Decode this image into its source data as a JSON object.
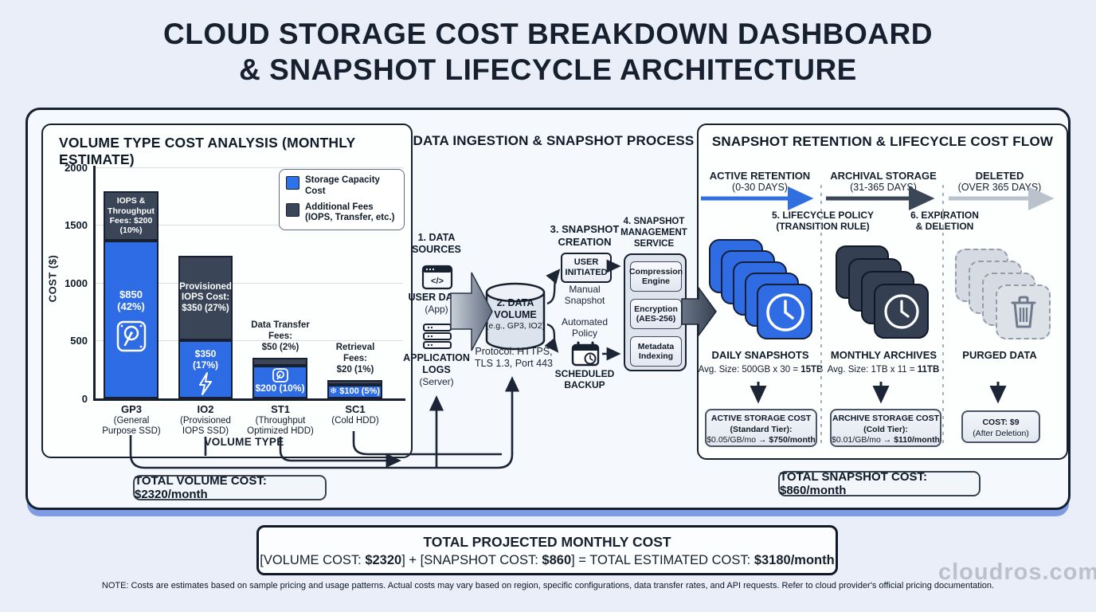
{
  "title": {
    "line1": "CLOUD STORAGE COST BREAKDOWN DASHBOARD",
    "line2": "& SNAPSHOT LIFECYCLE ARCHITECTURE"
  },
  "volume_panel": {
    "title": "VOLUME TYPE COST ANALYSIS (MONTHLY ESTIMATE)",
    "y_axis_label": "COST ($)",
    "y_ticks": [
      "2000",
      "1500",
      "1000",
      "500",
      "0"
    ],
    "legend": {
      "item1": "Storage Capacity Cost",
      "item2": "Additional Fees\n(IOPS, Transfer, etc.)"
    },
    "bars": [
      {
        "dark_label": "IOPS &\nThroughput\nFees: $200\n(10%)",
        "blue_label": "$850\n(42%)",
        "tick_name": "GP3",
        "tick_sub": "(General\nPurpose SSD)"
      },
      {
        "dark_label": "Provisioned\nIOPS Cost:\n$350 (27%)",
        "blue_label": "$350\n(17%)",
        "tick_name": "IO2",
        "tick_sub": "(Provisioned\nIOPS SSD)"
      },
      {
        "above_label": "Data Transfer\nFees:\n$50 (2%)",
        "blue_label": "$200 (10%)",
        "tick_name": "ST1",
        "tick_sub": "(Throughput\nOptimized HDD)"
      },
      {
        "above_label": "Retrieval\nFees:\n$20 (1%)",
        "blue_label": "❄ $100 (5%)",
        "tick_name": "SC1",
        "tick_sub": "(Cold HDD)"
      }
    ],
    "x_axis_label": "VOLUME TYPE",
    "total": "TOTAL VOLUME COST: $2320/month"
  },
  "chart_data": {
    "type": "bar",
    "stacked": true,
    "title": "VOLUME TYPE COST ANALYSIS (MONTHLY ESTIMATE)",
    "categories": [
      "GP3 (General Purpose SSD)",
      "IO2 (Provisioned IOPS SSD)",
      "ST1 (Throughput Optimized HDD)",
      "SC1 (Cold HDD)"
    ],
    "series": [
      {
        "name": "Storage Capacity Cost",
        "color": "#2d6ce4",
        "values": [
          850,
          350,
          200,
          100
        ],
        "percents": [
          "42%",
          "17%",
          "10%",
          "5%"
        ]
      },
      {
        "name": "Additional Fees (IOPS, Transfer, etc.)",
        "color": "#3a4658",
        "values": [
          200,
          350,
          50,
          20
        ],
        "percents": [
          "10%",
          "27%",
          "2%",
          "1%"
        ],
        "fee_types": [
          "IOPS & Throughput Fees",
          "Provisioned IOPS Cost",
          "Data Transfer Fees",
          "Retrieval Fees"
        ]
      }
    ],
    "xlabel": "VOLUME TYPE",
    "ylabel": "COST ($)",
    "ylim": [
      0,
      2000
    ],
    "legend_position": "top-right",
    "totals": {
      "volume_monthly": "$2320/month",
      "snapshot_monthly": "$860/month",
      "projected_monthly": "$3180/month"
    }
  },
  "ingestion": {
    "title": "DATA INGESTION & SNAPSHOT PROCESS",
    "step1": "1. DATA\nSOURCES",
    "user_data_name": "USER DATA",
    "user_data_sub": "(App)",
    "app_logs_name": "APPLICATION\nLOGS",
    "app_logs_sub": "(Server)",
    "step2": "2. DATA\nVOLUME",
    "step2_sub": "(e.g., GP3, IO2)",
    "protocol": "Protocol: HTTPS,\nTLS 1.3, Port 443",
    "step3": "3. SNAPSHOT\nCREATION",
    "user_initiated": "USER\nINITIATED",
    "manual": "Manual\nSnapshot",
    "automated": "Automated\nPolicy",
    "scheduled": "SCHEDULED\nBACKUP",
    "step4": "4. SNAPSHOT\nMANAGEMENT\nSERVICE",
    "svc1": "Compression\nEngine",
    "svc2": "Encryption\n(AES-256)",
    "svc3": "Metadata\nIndexing"
  },
  "retention": {
    "title": "SNAPSHOT RETENTION & LIFECYCLE COST FLOW",
    "phase1_name": "ACTIVE RETENTION",
    "phase1_range": "(0-30 DAYS)",
    "phase2_name": "ARCHIVAL STORAGE",
    "phase2_range": "(31-365 DAYS)",
    "phase3_name": "DELETED",
    "phase3_range": "(OVER 365 DAYS)",
    "step5": "5. LIFECYCLE POLICY\n(TRANSITION RULE)",
    "step6": "6. EXPIRATION\n& DELETION",
    "col1_label": "DAILY SNAPSHOTS",
    "col1_avg_prefix": "Avg. Size: 500GB x 30 = ",
    "col1_avg_bold": "15TB",
    "col1_cost_line1": "ACTIVE STORAGE COST",
    "col1_cost_line2": "(Standard Tier):",
    "col1_cost_prefix": "$0.05/GB/mo → ",
    "col1_cost_bold": "$750/month",
    "col2_label": "MONTHLY ARCHIVES",
    "col2_avg_prefix": "Avg. Size: 1TB x 11 = ",
    "col2_avg_bold": "11TB",
    "col2_cost_line1": "ARCHIVE STORAGE COST",
    "col2_cost_line2": "(Cold Tier):",
    "col2_cost_prefix": "$0.01/GB/mo → ",
    "col2_cost_bold": "$110/month",
    "col3_label": "PURGED DATA",
    "col3_cost_line1": "COST: $9",
    "col3_cost_line2": "(After Deletion)",
    "total": "TOTAL SNAPSHOT COST: $860/month"
  },
  "summary": {
    "title": "TOTAL PROJECTED MONTHLY COST",
    "f1": "[VOLUME COST: ",
    "f2": "$2320",
    "f3": "] + [SNAPSHOT COST: ",
    "f4": "$860",
    "f5": "] = TOTAL ESTIMATED COST: ",
    "f6": "$3180/month"
  },
  "note": "NOTE: Costs are estimates based on sample pricing and usage patterns. Actual costs may vary based on region, specific configurations, data transfer rates, and API requests. Refer to cloud provider's official pricing documentation.",
  "watermark": "cloudros.com",
  "icons": [
    "hdd-disk-icon",
    "lightning-bolt-icon",
    "snowflake-icon",
    "code-window-icon",
    "server-stack-icon",
    "database-cylinder-icon",
    "calendar-clock-icon",
    "clock-icon",
    "trash-icon"
  ],
  "colors": {
    "accent_blue": "#2d6ce4",
    "dark_slate": "#3a4658",
    "navy": "#16202e",
    "background": "#e9eef8",
    "shadow_blue": "#7e9ce4"
  }
}
